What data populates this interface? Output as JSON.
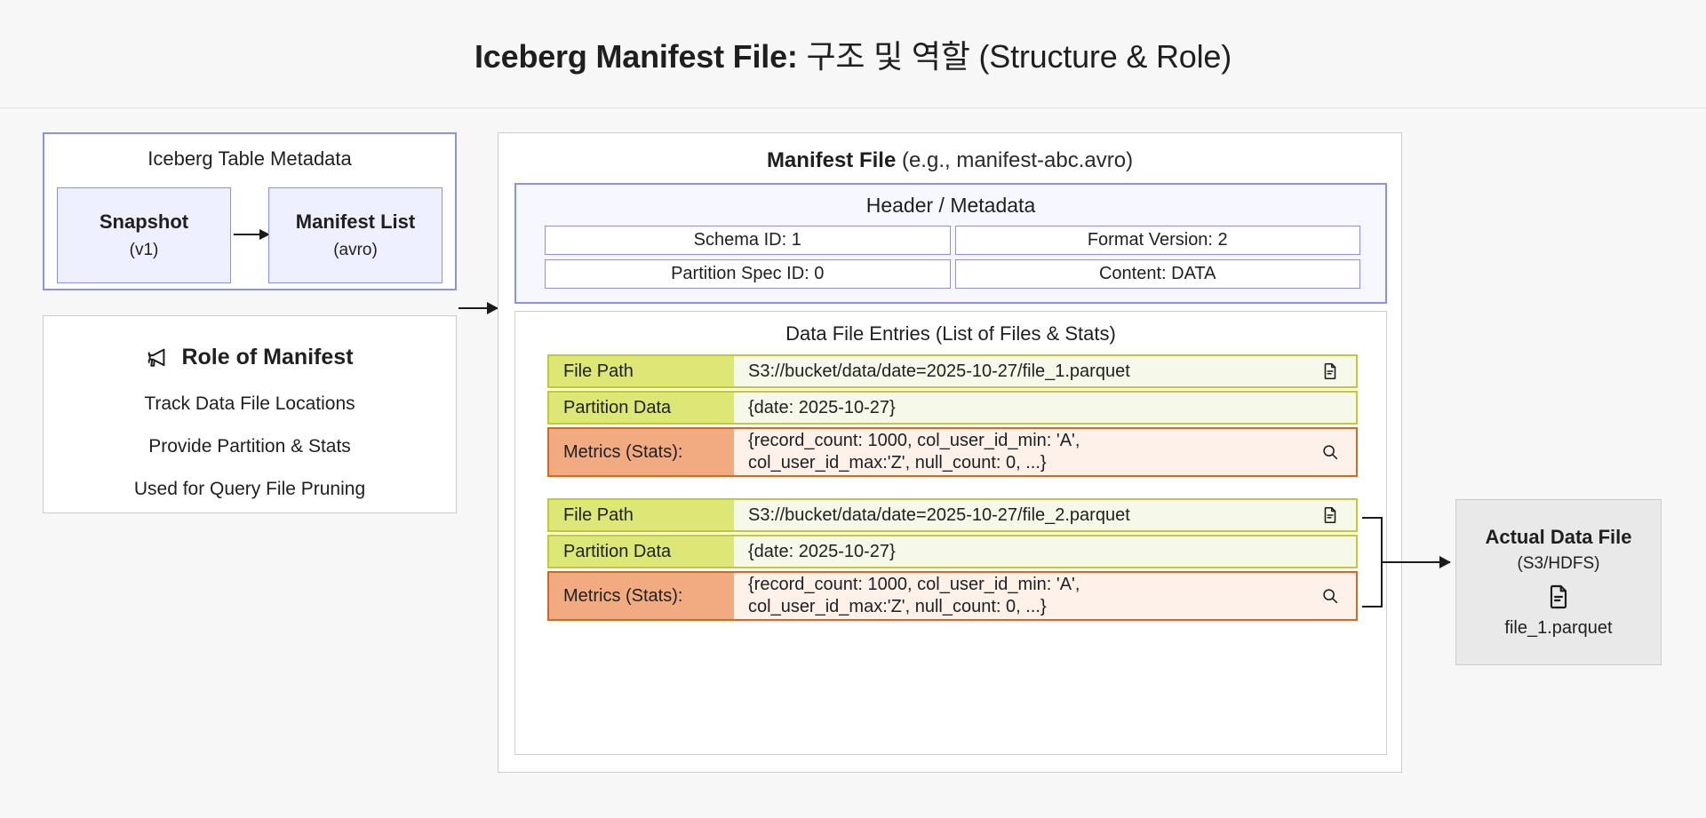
{
  "page": {
    "title_bold": "Iceberg Manifest File:",
    "title_rest": " 구조 및 역할 (Structure & Role)"
  },
  "table_metadata": {
    "title": "Iceberg Table Metadata",
    "nodes": [
      {
        "name": "Snapshot",
        "detail": "(v1)"
      },
      {
        "name": "Manifest List",
        "detail": "(avro)"
      }
    ]
  },
  "role_panel": {
    "icon": "megaphone-icon",
    "heading": "Role of Manifest",
    "items": [
      "Track Data File Locations",
      "Provide Partition & Stats",
      "Used for Query File Pruning"
    ]
  },
  "manifest": {
    "title_bold": "Manifest File",
    "title_rest": " (e.g., manifest-abc.avro)",
    "header": {
      "title": "Header / Metadata",
      "cells": [
        "Schema ID: 1",
        "Format Version: 2",
        "Partition Spec ID: 0",
        "Content: DATA"
      ]
    },
    "entries_title": "Data File Entries (List of Files & Stats)",
    "entries": [
      {
        "file_path_label": "File Path",
        "file_path_value": "S3://bucket/data/date=2025-10-27/file_1.parquet",
        "file_path_icon": "document-icon",
        "partition_label": "Partition Data",
        "partition_value": "{date: 2025-10-27}",
        "metrics_label": "Metrics (Stats):",
        "metrics_line1": "{record_count: 1000, col_user_id_min: 'A',",
        "metrics_line2": "col_user_id_max:'Z', null_count: 0, ...}",
        "metrics_icon": "magnifier-icon"
      },
      {
        "file_path_label": "File Path",
        "file_path_value": "S3://bucket/data/date=2025-10-27/file_2.parquet",
        "file_path_icon": "document-icon",
        "partition_label": "Partition Data",
        "partition_value": "{date: 2025-10-27}",
        "metrics_label": "Metrics (Stats):",
        "metrics_line1": "{record_count: 1000, col_user_id_min: 'A',",
        "metrics_line2": "col_user_id_max:'Z', null_count: 0, ...}",
        "metrics_icon": "magnifier-icon"
      }
    ]
  },
  "actual_data_file": {
    "title": "Actual Data File",
    "subtitle": "(S3/HDFS)",
    "icon": "document-icon",
    "filename": "file_1.parquet"
  },
  "colors": {
    "page_bg": "#f7f7f7",
    "accent_indigo": "#8a92e8",
    "panel_indigo_bg": "#eeefff",
    "green_border": "#c0ca33",
    "green_label_bg": "#dce775",
    "green_value_bg": "#f6f9e9",
    "orange_border": "#d2691e",
    "orange_label_bg": "#f2ab80",
    "orange_value_bg": "#fdf1ea",
    "gray_card_bg": "#e9e9e9"
  }
}
